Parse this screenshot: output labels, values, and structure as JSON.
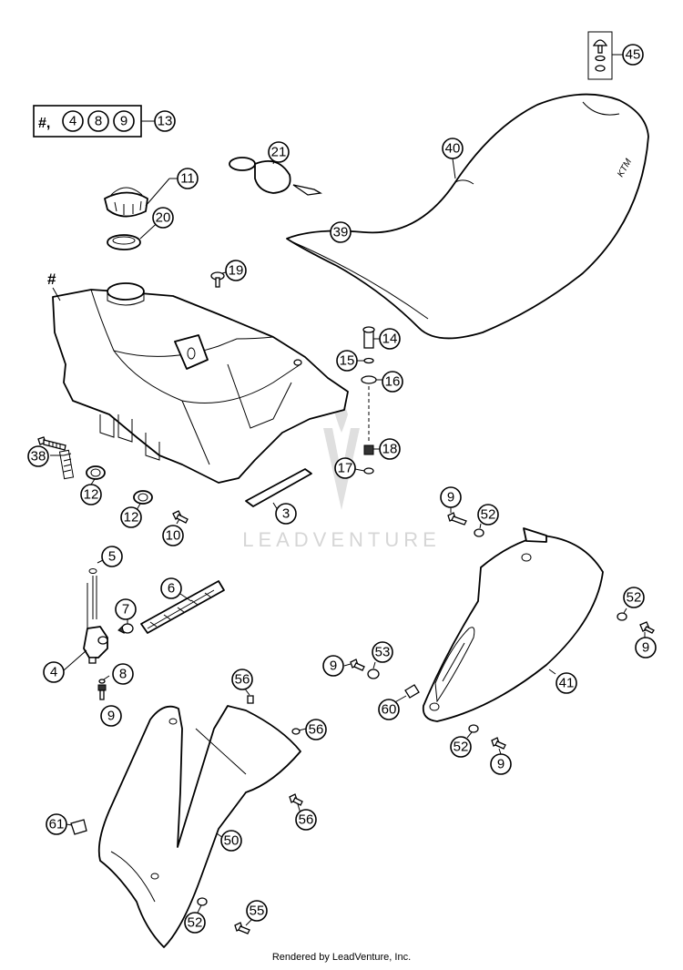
{
  "kit_box": {
    "hash_label": "#,",
    "circled": [
      "4",
      "8",
      "9"
    ],
    "callout": "13"
  },
  "callouts": {
    "c45": "45",
    "c11": "11",
    "c20": "20",
    "c21": "21",
    "c40": "40",
    "c39": "39",
    "c19": "19",
    "c14": "14",
    "c15": "15",
    "c16": "16",
    "c18": "18",
    "c17": "17",
    "c38": "38",
    "c12a": "12",
    "c12b": "12",
    "c10": "10",
    "c3": "3",
    "c9a": "9",
    "c52a": "52",
    "c5": "5",
    "c6": "6",
    "c7": "7",
    "c4": "4",
    "c8": "8",
    "c9b": "9",
    "c52b": "52",
    "c9c": "9",
    "c9d": "9",
    "c53": "53",
    "c60": "60",
    "c41": "41",
    "c52c": "52",
    "c9e": "9",
    "c56a": "56",
    "c56b": "56",
    "c56c": "56",
    "c61": "61",
    "c50": "50",
    "c52d": "52",
    "c55": "55"
  },
  "tank_marker": "#",
  "watermark": "LEADVENTURE",
  "footer": "Rendered by LeadVenture, Inc."
}
